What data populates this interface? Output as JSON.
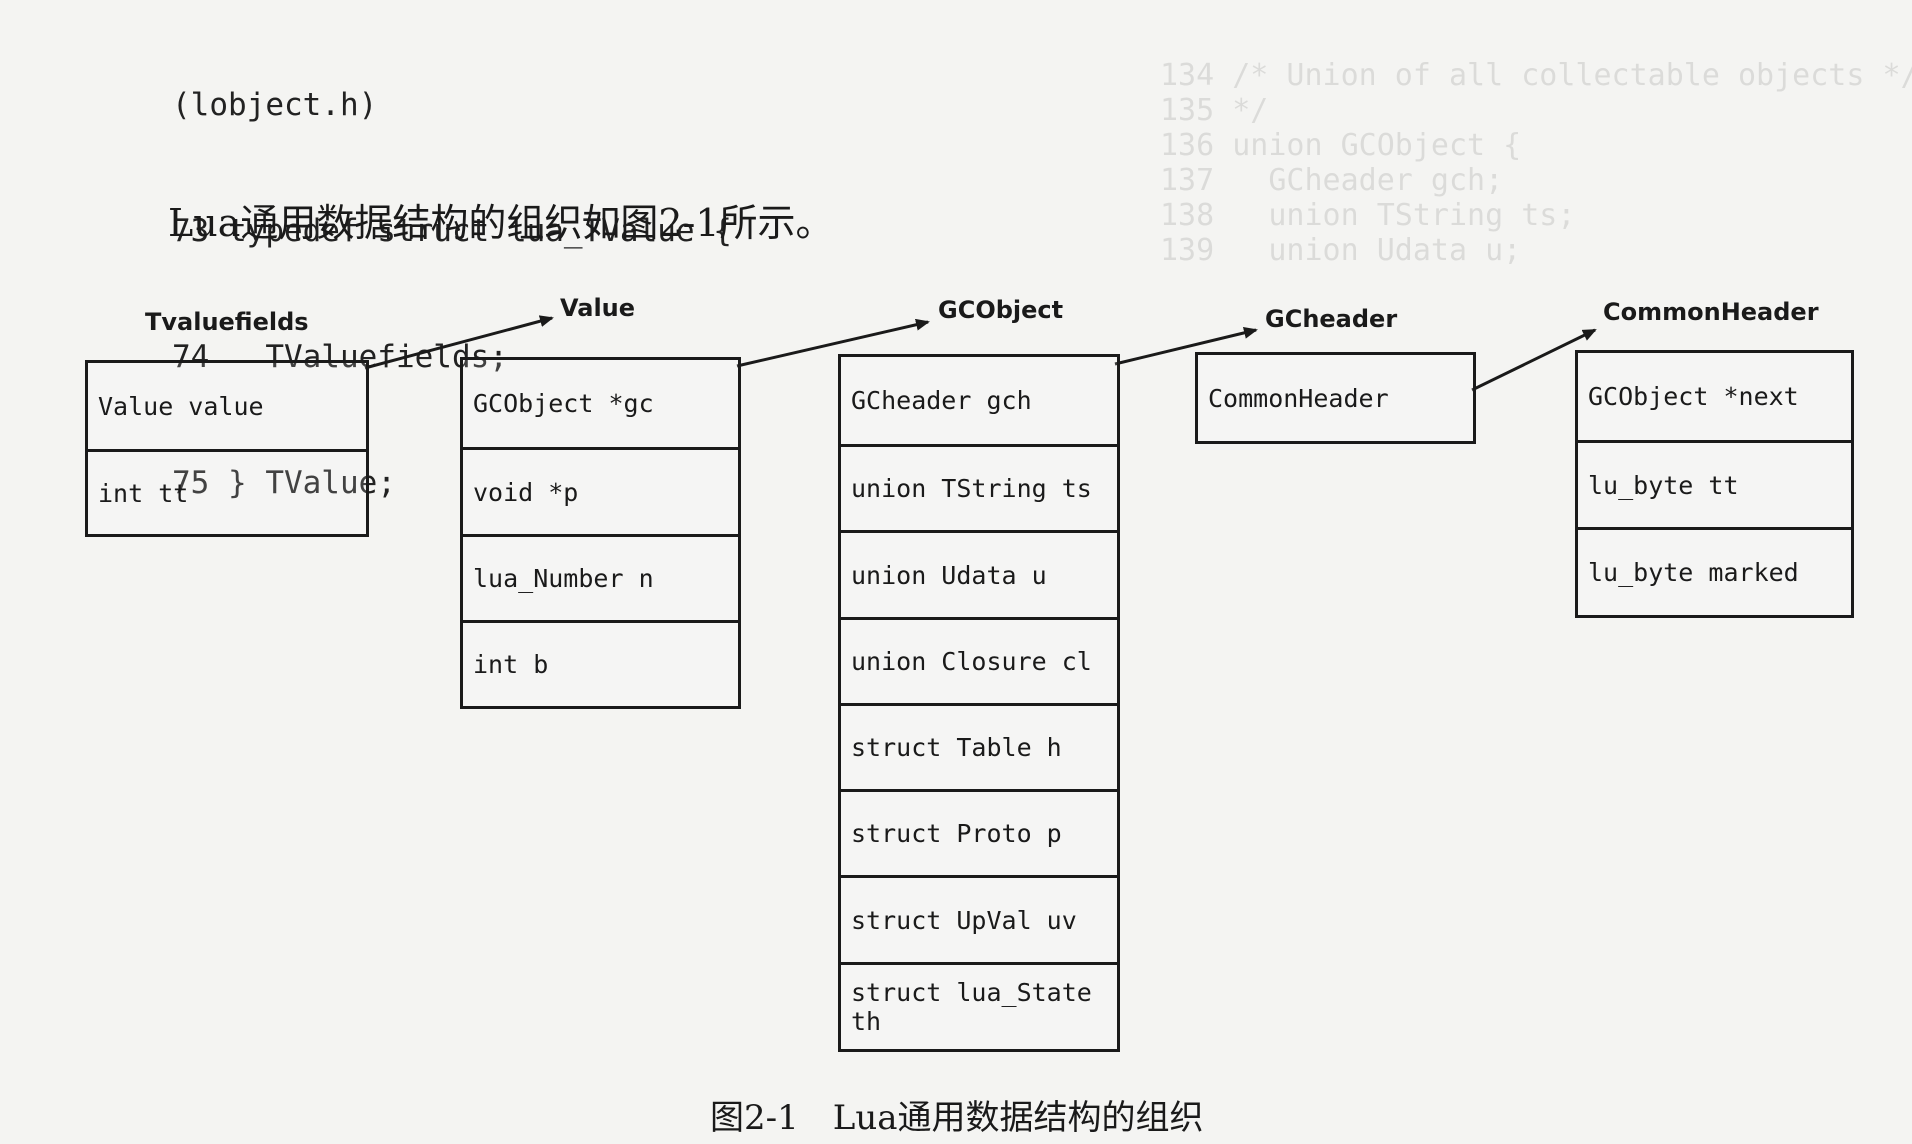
{
  "code": {
    "lines": [
      "(lobject.h)",
      "73 typedef struct lua_TValue {",
      "74   TValuefields;",
      "75 } TValue;"
    ]
  },
  "paragraph": "Lua通用数据结构的组织如图2-1所示。",
  "diagram": {
    "tvaluefields": {
      "title": "Tvaluefields",
      "fields": [
        "Value value",
        "int tt"
      ]
    },
    "value": {
      "title": "Value",
      "fields": [
        "GCObject *gc",
        "void *p",
        "lua_Number n",
        "int b"
      ]
    },
    "gcobject": {
      "title": "GCObject",
      "fields": [
        "GCheader gch",
        "union TString ts",
        "union Udata u",
        "union Closure cl",
        "struct Table h",
        "struct Proto p",
        "struct UpVal uv",
        "struct lua_State th"
      ]
    },
    "gcheader": {
      "title": "GCheader",
      "fields": [
        "CommonHeader"
      ]
    },
    "commonheader": {
      "title": "CommonHeader",
      "fields": [
        "GCObject *next",
        "lu_byte tt",
        "lu_byte marked"
      ]
    }
  },
  "caption": "图2-1　Lua通用数据结构的组织"
}
